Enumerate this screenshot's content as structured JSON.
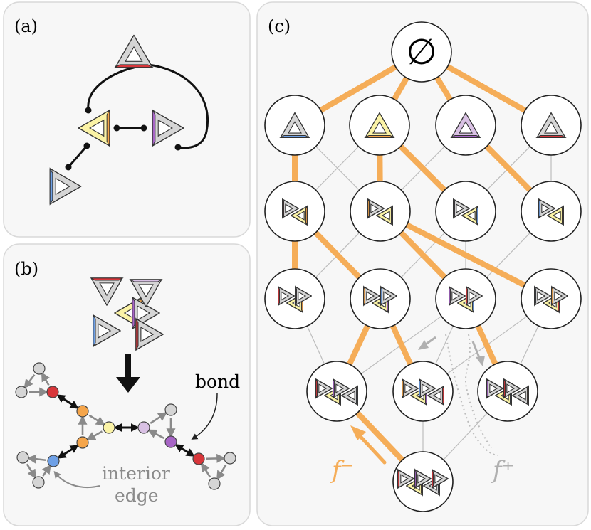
{
  "panels": {
    "a": {
      "label": "(a)"
    },
    "b": {
      "label": "(b)",
      "bond_label": "bond",
      "interior_edge_label": [
        "interior",
        "edge"
      ]
    },
    "c": {
      "label": "(c)",
      "top_symbol": "∅",
      "f_minus": "f⁻",
      "f_plus": "f⁺"
    }
  },
  "colors": {
    "red": "#d8363a",
    "orange": "#f5a54a",
    "yellow": "#fbf3a6",
    "lilac": "#d9c1e4",
    "purple": "#a765c6",
    "blue": "#6ea0e6",
    "gray": "#d5d5d5",
    "edge_orange": "#f5ad58",
    "thin_edge": "#bdbdbd",
    "panel_bg": "#f7f7f7",
    "panel_border": "#d9d9d9"
  },
  "icons": [
    "triangle-tile-icon",
    "arrow-icon"
  ],
  "lattice": {
    "levels": [
      1,
      4,
      4,
      4,
      3,
      1
    ]
  }
}
